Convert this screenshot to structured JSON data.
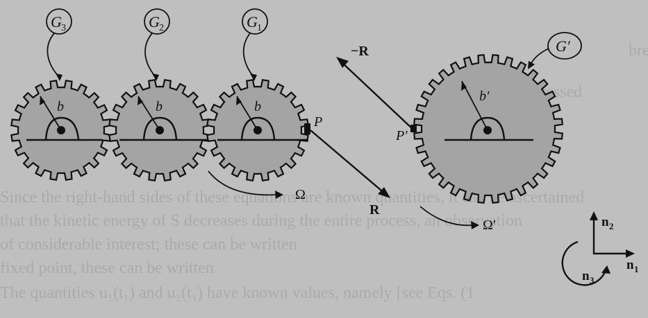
{
  "gears": [
    {
      "name": "gear-g3",
      "label": "G",
      "sub": "3",
      "radius_label": "b"
    },
    {
      "name": "gear-g2",
      "label": "G",
      "sub": "2",
      "radius_label": "b"
    },
    {
      "name": "gear-g1",
      "label": "G",
      "sub": "1",
      "radius_label": "b"
    },
    {
      "name": "gear-gprime",
      "label": "G′",
      "sub": "",
      "radius_label": "b′"
    }
  ],
  "points": {
    "p": "P",
    "p_prime": "P′"
  },
  "forces": {
    "neg_r": "−R",
    "r": "R"
  },
  "rotations": {
    "omega": "Ω",
    "omega_prime": "Ω′"
  },
  "axes": {
    "n1": "n",
    "n1_sub": "1",
    "n2": "n",
    "n2_sub": "2",
    "n3": "n",
    "n3_sub": "3"
  },
  "background_text": [
    "bre",
    "be expressed",
    "Since the right-hand sides of these equations are known quantities, it can be ascertained",
    "that the kinetic energy of S decreases during the entire process, an observation",
    "of considerable interest; these can be written",
    "fixed point, these can be written",
    "The quantities u₁(t₁) and u₂(t₁) have known values, namely [see Eqs. (1"
  ],
  "colors": {
    "gear_fill": "#a4a4a4",
    "paper": "#bfbfbf",
    "ink": "#111111"
  }
}
